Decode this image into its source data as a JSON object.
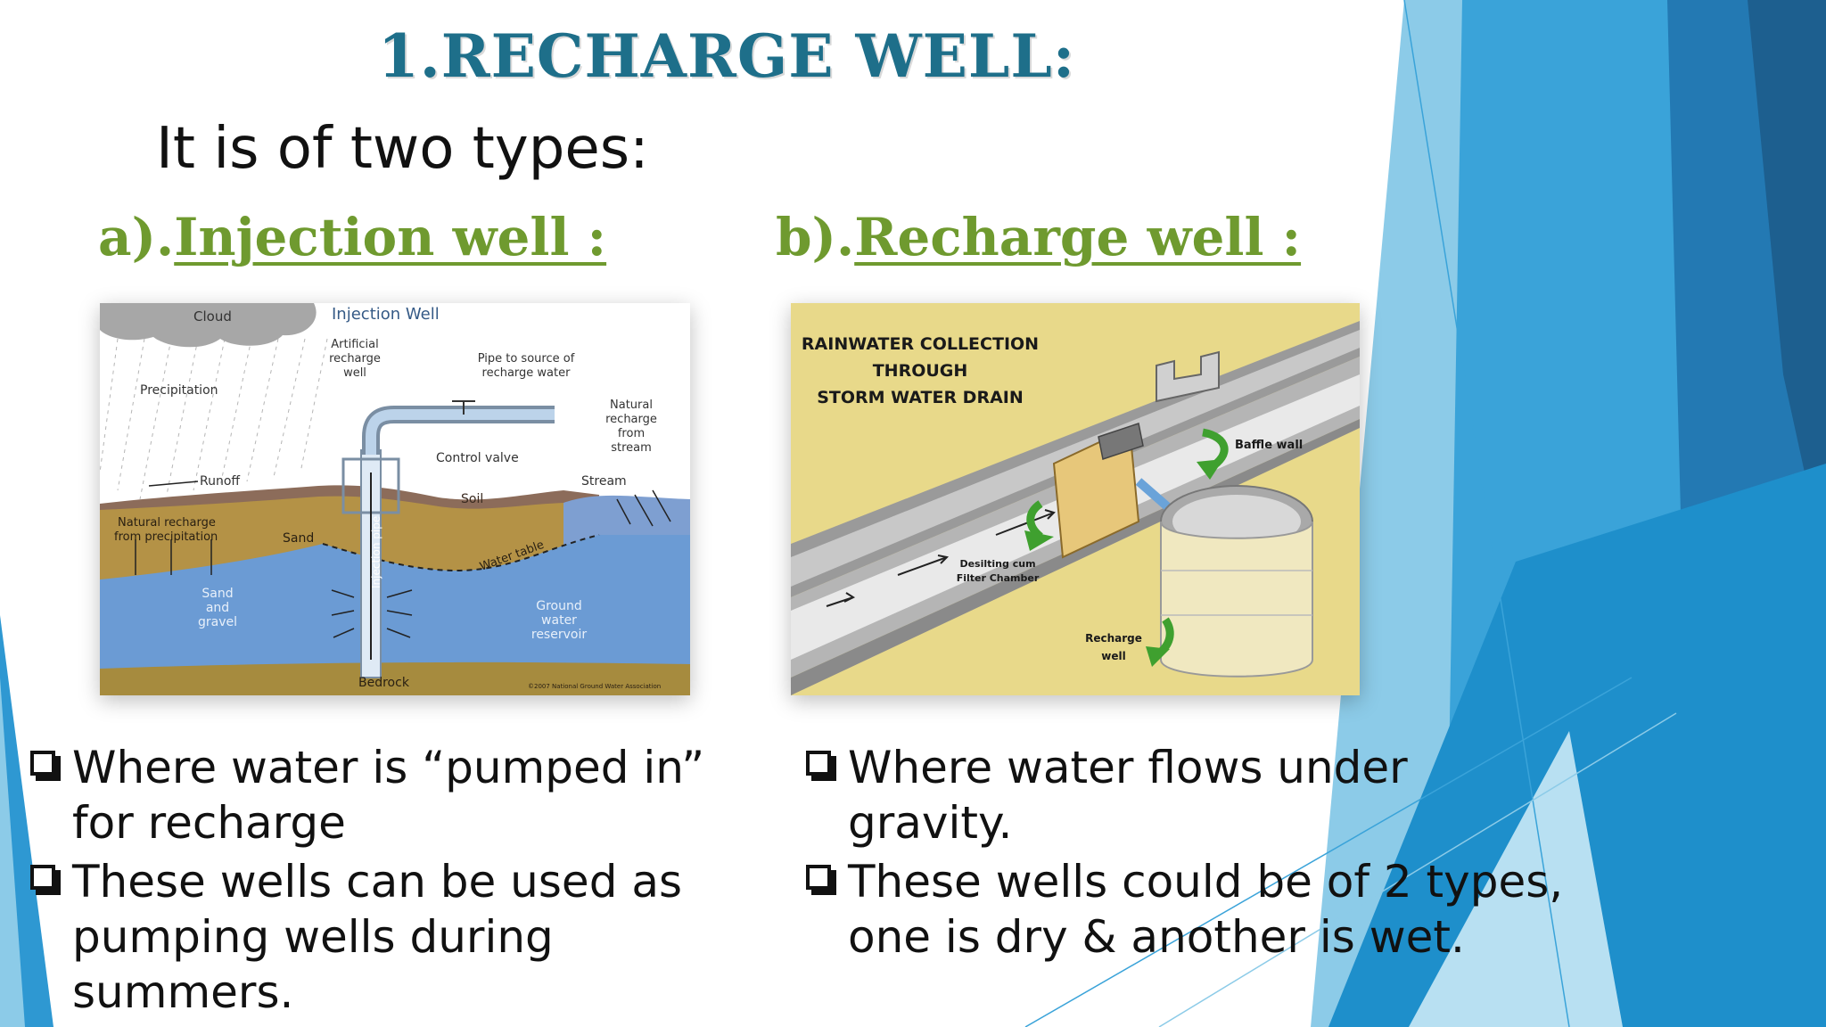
{
  "slide": {
    "title": "1.RECHARGE WELL:",
    "subtitle": "It is of two types:"
  },
  "columns": [
    {
      "prefix": "a).",
      "heading": "Injection well :",
      "figure": {
        "title": "Injection Well",
        "labels": {
          "cloud": "Cloud",
          "precipitation": "Precipitation",
          "artificial_1": "Artificial",
          "artificial_2": "recharge",
          "artificial_3": "well",
          "pipe_1": "Pipe to source of",
          "pipe_2": "recharge water",
          "natural_stream_1": "Natural",
          "natural_stream_2": "recharge",
          "natural_stream_3": "from",
          "natural_stream_4": "stream",
          "control_valve": "Control valve",
          "runoff": "Runoff",
          "stream": "Stream",
          "soil": "Soil",
          "natural_precip_1": "Natural recharge",
          "natural_precip_2": "from precipitation",
          "sand": "Sand",
          "injection_pipe": "Injection pipe",
          "water_table": "Water table",
          "sand_gravel_1": "Sand",
          "sand_gravel_2": "and",
          "sand_gravel_3": "gravel",
          "reservoir_1": "Ground",
          "reservoir_2": "water",
          "reservoir_3": "reservoir",
          "bedrock": "Bedrock",
          "copyright": "©2007 National Ground Water Association"
        }
      },
      "bullets": [
        "Where water is “pumped in” for recharge",
        "These wells can be used as pumping wells during summers."
      ]
    },
    {
      "prefix": "b).",
      "heading": "Recharge well :",
      "figure": {
        "caption_1": "RAINWATER COLLECTION",
        "caption_2": "THROUGH",
        "caption_3": "STORM WATER DRAIN",
        "labels": {
          "baffle_wall": "Baffle wall",
          "desilting_1": "Desilting cum",
          "desilting_2": "Filter Chamber",
          "recharge_1": "Recharge",
          "recharge_2": "well"
        }
      },
      "bullets": [
        "Where water flows under gravity.",
        "These wells could be of 2 types, one is dry & another is wet."
      ]
    }
  ],
  "colors": {
    "title": "#1e6f8a",
    "heading": "#6f9a2f",
    "deco_primary": "#1b8fc9",
    "deco_dark": "#1d6fa3"
  }
}
